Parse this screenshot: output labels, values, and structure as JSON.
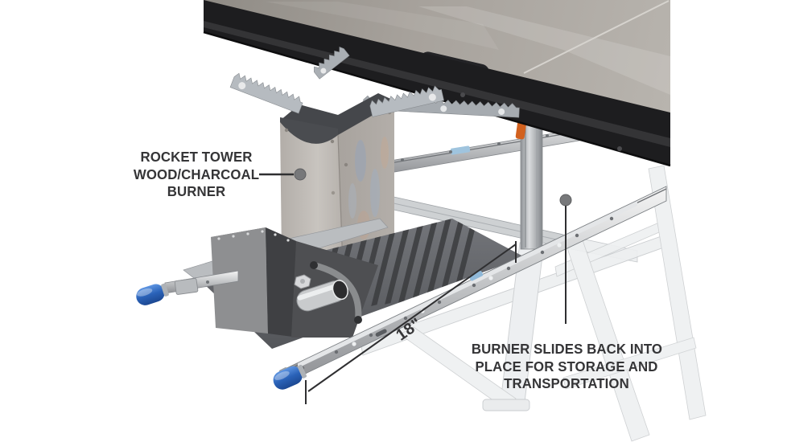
{
  "annotations": {
    "rocket_label": {
      "lines": [
        "ROCKET TOWER",
        "WOOD/CHARCOAL",
        "BURNER"
      ]
    },
    "slide_label": {
      "lines": [
        "BURNER SLIDES BACK INTO",
        "PLACE FOR STORAGE AND",
        "TRANSPORTATION"
      ]
    },
    "dimension": {
      "value": "18\""
    }
  },
  "colors": {
    "background": "#ffffff",
    "annotation_text": "#353537",
    "annotation_line": "#2f2f31",
    "callout_dot": "#77787a",
    "table_top_gray": "#aaa59f",
    "table_edge_black": "#1d1d1f",
    "steel_light": "#c6c2bd",
    "steel_mid": "#9aa0a6",
    "tray_dark": "#595b5e",
    "knob_blue": "#2a62b8",
    "lever_orange": "#d2611e",
    "ghost_frame": "#c6c9cc"
  }
}
